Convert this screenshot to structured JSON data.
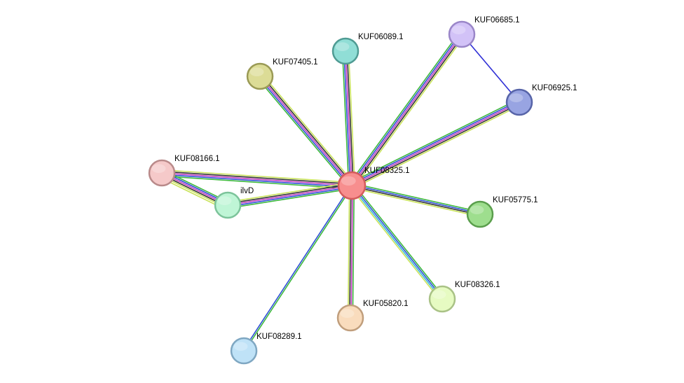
{
  "network": {
    "center": "KUF08325.1",
    "nodes": [
      {
        "id": "KUF08325.1",
        "label": "KUF08325.1",
        "fill": "#f78e8e",
        "stroke": "#d45c5c"
      },
      {
        "id": "KUF06089.1",
        "label": "KUF06089.1",
        "fill": "#90ded6",
        "stroke": "#4f9b93"
      },
      {
        "id": "KUF07405.1",
        "label": "KUF07405.1",
        "fill": "#dcdc96",
        "stroke": "#9a9a55"
      },
      {
        "id": "KUF06685.1",
        "label": "KUF06685.1",
        "fill": "#d2c2f7",
        "stroke": "#9a86c8"
      },
      {
        "id": "KUF06925.1",
        "label": "KUF06925.1",
        "fill": "#98a4e2",
        "stroke": "#5764a8"
      },
      {
        "id": "KUF08166.1",
        "label": "KUF08166.1",
        "fill": "#f5c9c9",
        "stroke": "#b98a8a"
      },
      {
        "id": "ilvD",
        "label": "ilvD",
        "fill": "#bff5d6",
        "stroke": "#7cc39a"
      },
      {
        "id": "KUF05775.1",
        "label": "KUF05775.1",
        "fill": "#9ede8e",
        "stroke": "#5a9e4c"
      },
      {
        "id": "KUF08326.1",
        "label": "KUF08326.1",
        "fill": "#e6fbc2",
        "stroke": "#a9c286"
      },
      {
        "id": "KUF05820.1",
        "label": "KUF05820.1",
        "fill": "#f9dcbd",
        "stroke": "#c09e7c"
      },
      {
        "id": "KUF08289.1",
        "label": "KUF08289.1",
        "fill": "#bfe2f7",
        "stroke": "#7fa7c2"
      }
    ],
    "edges": [
      {
        "source": "KUF08325.1",
        "target": "KUF06089.1",
        "colors": [
          "#3cb83c",
          "#2f4fd6",
          "#c33cc3",
          "#333333",
          "#c9e35a"
        ]
      },
      {
        "source": "KUF08325.1",
        "target": "KUF07405.1",
        "colors": [
          "#3cb83c",
          "#2f4fd6",
          "#c33cc3",
          "#333333",
          "#c9e35a"
        ]
      },
      {
        "source": "KUF08325.1",
        "target": "KUF06685.1",
        "colors": [
          "#3cb83c",
          "#2f4fd6",
          "#c33cc3",
          "#333333",
          "#c9e35a"
        ]
      },
      {
        "source": "KUF08325.1",
        "target": "KUF06925.1",
        "colors": [
          "#3cb83c",
          "#2f4fd6",
          "#c33cc3",
          "#333333",
          "#c9e35a"
        ]
      },
      {
        "source": "KUF08325.1",
        "target": "KUF08166.1",
        "colors": [
          "#3cb83c",
          "#2f4fd6",
          "#c33cc3",
          "#333333",
          "#c9e35a"
        ]
      },
      {
        "source": "KUF08325.1",
        "target": "ilvD",
        "colors": [
          "#3cb83c",
          "#2f4fd6",
          "#c33cc3",
          "#333333",
          "#c9e35a"
        ]
      },
      {
        "source": "KUF08325.1",
        "target": "KUF05775.1",
        "colors": [
          "#3cb83c",
          "#2f4fd6",
          "#333333",
          "#c9e35a"
        ]
      },
      {
        "source": "KUF08325.1",
        "target": "KUF08326.1",
        "colors": [
          "#3cb83c",
          "#2f4fd6",
          "#3cb8d8",
          "#c9e35a"
        ]
      },
      {
        "source": "KUF08325.1",
        "target": "KUF05820.1",
        "colors": [
          "#3cb83c",
          "#c33cc3",
          "#333333",
          "#c9e35a"
        ]
      },
      {
        "source": "KUF08325.1",
        "target": "KUF08289.1",
        "colors": [
          "#3cb83c",
          "#2f4fd6"
        ]
      },
      {
        "source": "KUF08166.1",
        "target": "ilvD",
        "colors": [
          "#3cb83c",
          "#2f4fd6",
          "#c33cc3",
          "#333333",
          "#c9e35a"
        ]
      },
      {
        "source": "KUF08166.1",
        "target": "ilvD",
        "colors": [
          "#c9e35a"
        ],
        "offset": 1
      },
      {
        "source": "KUF06685.1",
        "target": "KUF06925.1",
        "colors": [
          "#2f2fd6"
        ]
      }
    ]
  }
}
